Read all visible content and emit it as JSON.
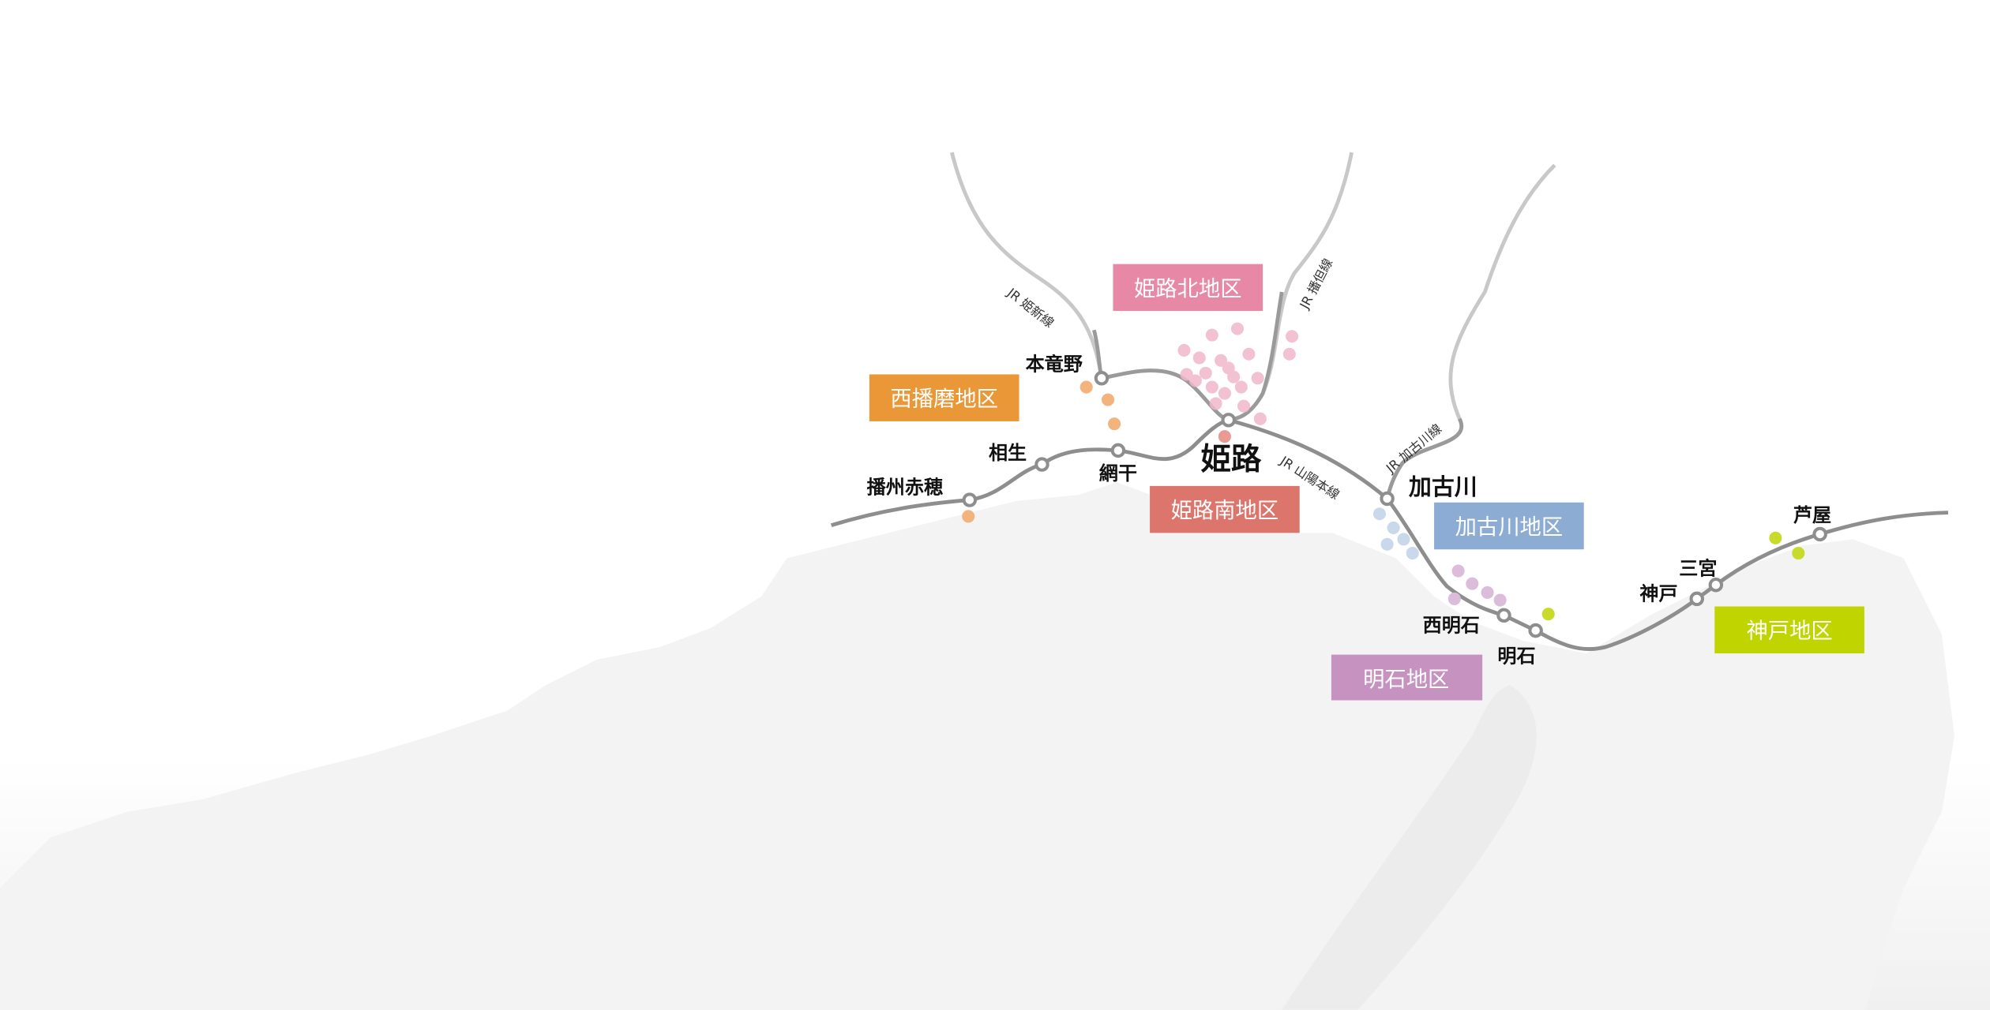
{
  "stations": {
    "ako": "播州赤穂",
    "aioi": "相生",
    "aboshi": "網干",
    "hontatsuno": "本竜野",
    "himeji": "姫路",
    "kakogawa": "加古川",
    "nishiakashi": "西明石",
    "akashi": "明石",
    "kobe": "神戸",
    "sannomiya": "三宮",
    "ashiya": "芦屋"
  },
  "lines": {
    "kishin": "JR 姫新線",
    "bantan": "JR 播但線",
    "sanyo": "JR 山陽本線",
    "kakogawa": "JR 加古川線"
  },
  "districts": [
    {
      "label": "姫路北地区",
      "color": "#e788a6"
    },
    {
      "label": "西播磨地区",
      "color": "#e99737"
    },
    {
      "label": "姫路南地区",
      "color": "#dc756c"
    },
    {
      "label": "加古川地区",
      "color": "#8cacd3"
    },
    {
      "label": "明石地区",
      "color": "#c693c1"
    },
    {
      "label": "神戸地区",
      "color": "#c0d400"
    }
  ],
  "colors": {
    "land": "#f3f3f3",
    "mainline": "#8e8e8e",
    "branch": "#c8c8c8",
    "dot_north": "#f1b8cb",
    "dot_west": "#f2b37c",
    "dot_south": "#e99a93",
    "dot_kako": "#c9d8ea",
    "dot_akashi": "#dcbcdb",
    "dot_kobe": "#c8da2a"
  }
}
